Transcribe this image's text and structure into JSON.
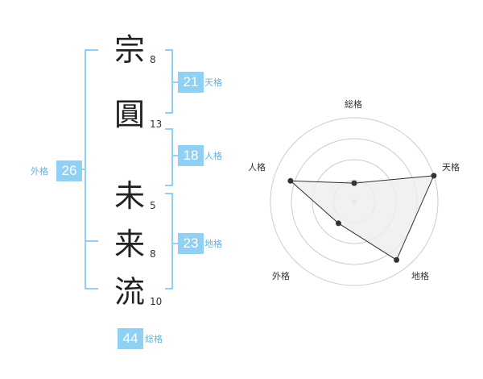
{
  "colors": {
    "accent": "#8fd0f4",
    "label_text": "#5bb5e6",
    "bracket": "#8fd0f4",
    "kanji": "#222222",
    "radar_grid": "#cccccc",
    "radar_fill": "#eeeeee",
    "radar_line": "#333333"
  },
  "name_chars": [
    {
      "char": "宗",
      "strokes": "8"
    },
    {
      "char": "圓",
      "strokes": "13"
    },
    {
      "char": "未",
      "strokes": "5"
    },
    {
      "char": "来",
      "strokes": "8"
    },
    {
      "char": "流",
      "strokes": "10"
    }
  ],
  "grades": {
    "tenkaku": {
      "value": "21",
      "label": "天格"
    },
    "jinkaku": {
      "value": "18",
      "label": "人格"
    },
    "chikaku": {
      "value": "23",
      "label": "地格"
    },
    "gaikaku": {
      "value": "26",
      "label": "外格"
    },
    "soukaku": {
      "value": "44",
      "label": "総格"
    }
  },
  "radar": {
    "axes": [
      "総格",
      "天格",
      "地格",
      "外格",
      "人格"
    ],
    "levels": 4,
    "values": [
      0.22,
      1.0,
      0.86,
      0.32,
      0.8
    ],
    "max": 1.0
  }
}
